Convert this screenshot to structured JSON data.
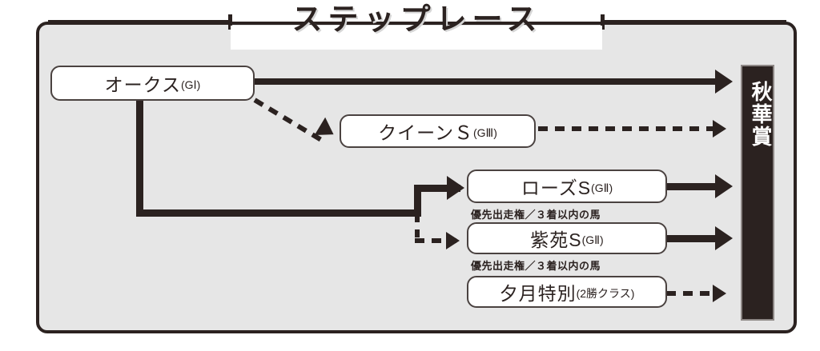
{
  "title": {
    "text": "ステップレース"
  },
  "goal": {
    "label": "秋華賞"
  },
  "races": [
    {
      "id": "oaks",
      "name": "オークス",
      "grade": "(GⅠ)"
    },
    {
      "id": "queen",
      "name": "クイーンＳ",
      "grade": "(GⅢ)"
    },
    {
      "id": "rose",
      "name": "ローズS",
      "grade": "(GⅡ)"
    },
    {
      "id": "shion",
      "name": "紫苑S",
      "grade": "(GⅡ)"
    },
    {
      "id": "yuzuki",
      "name": "夕月特別",
      "grade": "(2勝クラス)"
    }
  ],
  "notes": [
    {
      "id": "rose-note",
      "text": "優先出走権／３着以内の馬"
    },
    {
      "id": "shion-note",
      "text": "優先出走権／３着以内の馬"
    }
  ],
  "colors": {
    "ink": "#2b2220",
    "panel_bg": "#e6e6e6",
    "box_bg": "#ffffff",
    "page_bg": "#ffffff"
  }
}
